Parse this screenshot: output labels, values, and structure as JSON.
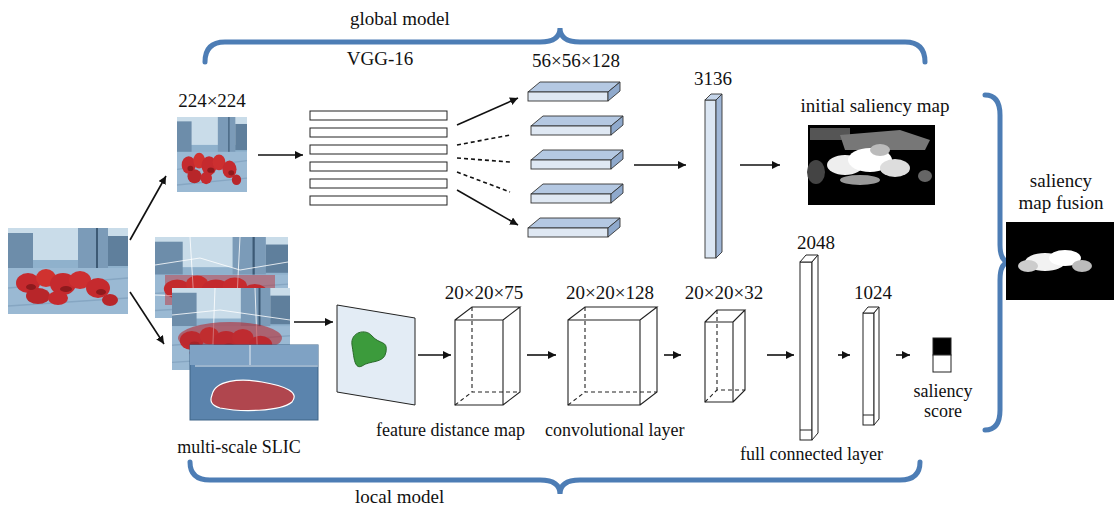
{
  "diagram": {
    "nodes": [
      {
        "text": [
          "224×224"
        ]
      },
      {
        "text": [
          "VGG-16"
        ]
      },
      {
        "text": [
          "56×56×128"
        ]
      },
      {
        "text": [
          "3136"
        ]
      },
      {
        "text": [
          "initial saliency map"
        ]
      },
      {
        "text": [
          "saliency map fusion"
        ]
      },
      {
        "text": [
          "multi-scale SLIC"
        ]
      },
      {
        "text": [
          "20×20×75"
        ]
      },
      {
        "text": [
          "20×20×128"
        ]
      },
      {
        "text": [
          "20×20×32"
        ]
      },
      {
        "text": [
          "2048"
        ]
      },
      {
        "text": [
          "1024"
        ]
      },
      {
        "text": [
          "saliency score"
        ]
      }
    ],
    "edges": [
      {
        "from": 0,
        "to": 1,
        "arrow": "to"
      },
      {
        "from": 1,
        "to": 2,
        "arrow": "to"
      },
      {
        "from": 2,
        "to": 3,
        "arrow": "to"
      },
      {
        "from": 3,
        "to": 4,
        "arrow": "to"
      },
      {
        "from": 7,
        "to": 8,
        "arrow": "to"
      },
      {
        "from": 8,
        "to": 9,
        "arrow": "to"
      },
      {
        "from": 9,
        "to": 10,
        "arrow": "to"
      },
      {
        "from": 10,
        "to": 11,
        "arrow": "to"
      },
      {
        "from": 11,
        "to": 12,
        "arrow": "to"
      }
    ],
    "labels": [
      "global model",
      "local model",
      "feature distance map",
      "convolutional layer",
      "full connected layer"
    ]
  }
}
